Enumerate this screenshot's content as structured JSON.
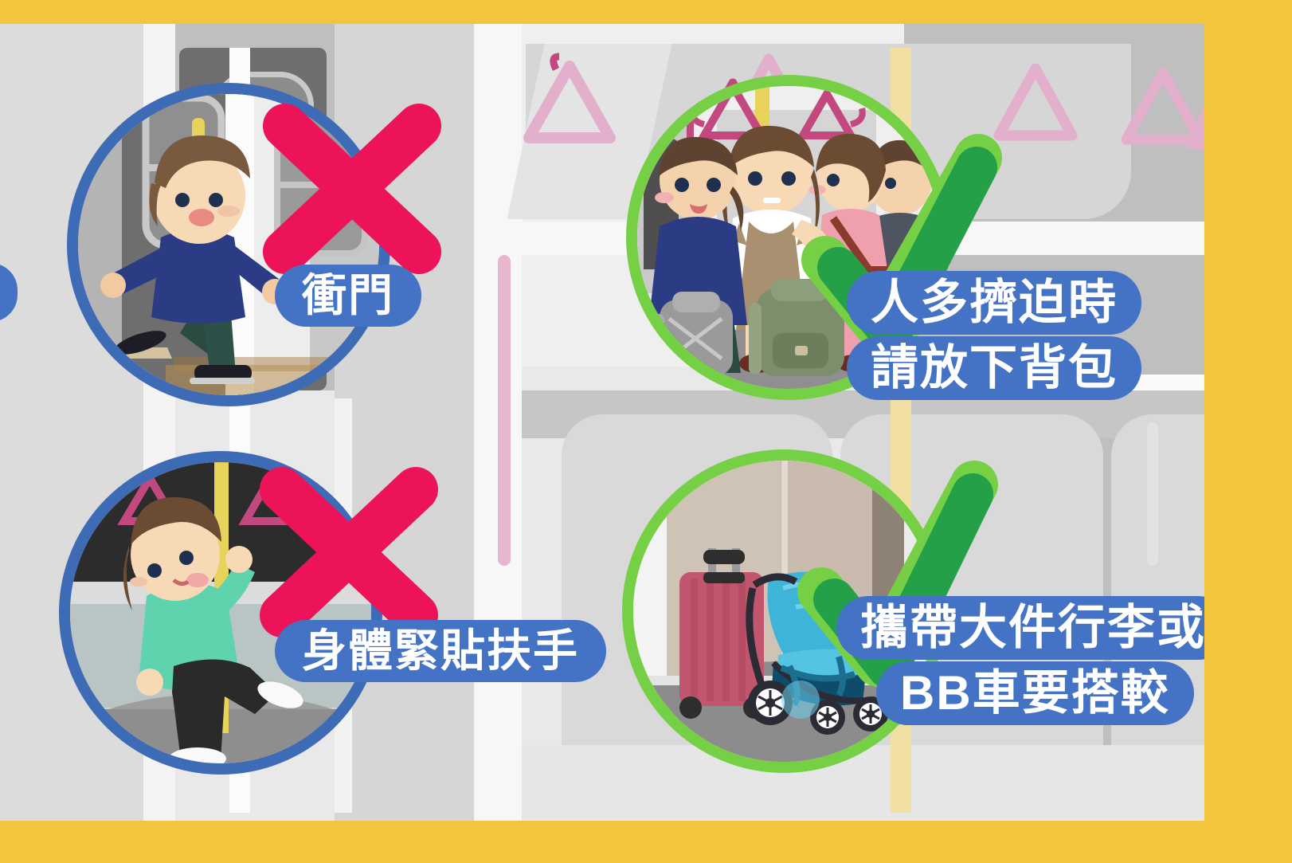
{
  "poster": {
    "theme": {
      "frame_color": "#F2C53D",
      "label_blue": "#4472C4",
      "ring_blue": "#3D6BB5",
      "ring_green": "#76D045",
      "cross_pink": "#EC1358",
      "check_green": "#24A148",
      "check_green_light": "#76D045",
      "strap_pink": "#E2AFCD",
      "pole_yellow": "#F2DC9B"
    },
    "panels": [
      {
        "id": "rush-door",
        "verdict": "cross",
        "ring": "blue",
        "mark_icon": "cross-mark-icon",
        "label_lines": [
          "衝門"
        ],
        "scene": "person running through closing train door"
      },
      {
        "id": "drop-backpack",
        "verdict": "check",
        "ring": "green",
        "mark_icon": "check-mark-icon",
        "label_lines": [
          "人多擠迫時",
          "請放下背包"
        ],
        "scene": "crowded passengers with backpacks placed on the floor"
      },
      {
        "id": "lean-on-pole",
        "verdict": "cross",
        "ring": "blue",
        "mark_icon": "cross-mark-icon",
        "label_lines": [
          "身體緊貼扶手"
        ],
        "scene": "person leaning body against the yellow grab pole"
      },
      {
        "id": "luggage-stroller",
        "verdict": "check",
        "ring": "green",
        "mark_icon": "check-mark-icon",
        "label_lines": [
          "攜帶大件行李或",
          "BB車要搭較"
        ],
        "scene": "red suitcase and blue baby stroller beside the train door"
      }
    ]
  }
}
